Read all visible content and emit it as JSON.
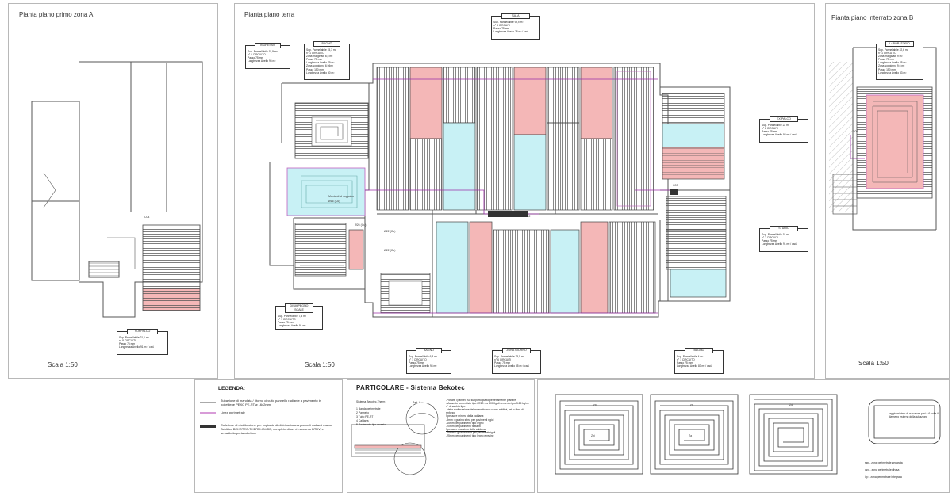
{
  "panels": {
    "left": {
      "title": "Pianta piano primo zona A",
      "scale": "Scala 1:50"
    },
    "center": {
      "title": "Pianta piano terra",
      "scale": "Scala 1:50"
    },
    "right": {
      "title": "Pianta piano interrato zona B",
      "scale": "Scala 1:50"
    }
  },
  "rooms": [
    {
      "id": "soppalco",
      "name": "SOPPALCO",
      "lines": [
        "Sup. Pannellabile 21,1 m²",
        "n° 8 CIRCUITI",
        "Passo 75 mm",
        "Lunghezza Anello 91 m² / cad."
      ]
    },
    {
      "id": "ingresso",
      "name": "INGRESSO",
      "lines": [
        "Sup. Pannellabile 15,9 m²",
        "n° 1 CIRCUITO",
        "Passo 75 mm",
        "Lunghezza Anello 96 m²"
      ]
    },
    {
      "id": "bagno1",
      "name": "BAGNO",
      "lines": [
        "Sup. Pannellabile 15,3 m²",
        "n° 1 CIRCUITO",
        "Zona marginale 6,5 m²",
        "Passo 75 mm",
        "Lunghezza Anello 79 m²",
        "Zona soggiorno 6,94m²",
        "Passo 150 mm",
        "Lunghezza Anello 50 m²"
      ]
    },
    {
      "id": "sala",
      "name": "SALA",
      "lines": [
        "Sup. Pannellabile 9x,x m²",
        "n° 8 CIRCUITI",
        "Passo 75 mm",
        "Lunghezza Anello 78 m² / cad."
      ]
    },
    {
      "id": "exipalco",
      "name": "EX-PALCO",
      "lines": [
        "Sup. Pannellabile 22 m²",
        "n° 2 CIRCUITI",
        "Passo 75 mm",
        "Lunghezza Anello 92 m² / cad."
      ]
    },
    {
      "id": "studio",
      "name": "STUDIO",
      "lines": [
        "Sup. Pannellabile 18 m²",
        "n° 2 CIRCUITI",
        "Passo 75 mm",
        "Lunghezza Anello 91 m² / cad."
      ]
    },
    {
      "id": "disimpegno",
      "name": "DISIMPEGNO SCALE",
      "lines": [
        "Sup. Pannellabile 7,3 m²",
        "n° 1 CIRCUITO",
        "Passo 75 mm",
        "Lunghezza Anello 91 m²"
      ]
    },
    {
      "id": "bagno2",
      "name": "BAGNO",
      "lines": [
        "Sup. Pannellabile 6,3 m²",
        "n° 1 CIRCUITO",
        "Passo 75 mm",
        "Lunghezza Anello 94 m²"
      ]
    },
    {
      "id": "zonagiorno",
      "name": "ZONA GIORNO",
      "lines": [
        "Sup. Pannellabile 75,5 m²",
        "n° 6 CIRCUITI",
        "Passo 75 mm",
        "Lunghezza Anello 85 m² / cad."
      ]
    },
    {
      "id": "bagno3",
      "name": "BAGNO",
      "lines": [
        "Sup. Pannellabile 4 m²",
        "n° 1 CIRCUITO",
        "Passo 75 mm",
        "Lunghezza Anello 83 m² / cad."
      ]
    },
    {
      "id": "laboratorio",
      "name": "LABORATORIO",
      "lines": [
        "Sup. Pannellabile 22,6 m²",
        "n° 1 CIRCUITO",
        "Zona marginale 9 m²",
        "Passo 75 mm",
        "Lunghezza Anello 45 m²",
        "Zona soggiorno 9,6 m²",
        "Passo 150 mm",
        "Lunghezza Anello 83 m²"
      ]
    }
  ],
  "annotations": {
    "montanti": "Montanti al soppalco",
    "montanti_dim": "Ø16 (Cu)",
    "c01": "C01",
    "c02": "C02",
    "c03": "C03",
    "c04": "C04",
    "c05": "C05",
    "pipe1": "Ø22 (Cu)",
    "pipe2": "Ø22 (Cu)",
    "pipe3": "Ø26 (Cu)"
  },
  "legend": {
    "title": "LEGENDA:",
    "items": [
      "Tubazione di mandata / ritorno circuito pannello radiante a pavimento in polietilene PEXC PE-RT  ø 16x2mm",
      "Linea perimetrale",
      "Collettore di distribuzione per impianto di distribuzione a pannelli radianti marca Schlüter BEKOTEC-THERM-HV/DE, completo di set di raccordo BTHV, e armadietto portacollettore"
    ]
  },
  "particolare": {
    "title": "PARTICOLARE - Sistema Bekotec",
    "system": "Sistema Bekotec-Therm",
    "layers": [
      "1 Banda perimetrale",
      "2 Pannello",
      "3 Tubo PE-RT",
      "4 Caldana",
      "5 Pavimento tipo mosaic"
    ],
    "part_a": "Part. A",
    "notes": [
      "-Posare i pannelli su supporto piatto perfettamente planare.",
      "-Massetto cementizio tipo ZE20 = ≥ 300Kg di cemento tipo 3.25 kg/m² nº di sabbia tipo.",
      "-Nella realizzazione del massetto non usare additivi, reti o fibre di rinforzo.",
      "Spessore minimo della caldana:",
      "-8mm = guaina sibra per pavimenti rigidi",
      "-15mm per pavimenti tipo legno",
      "-20mm per pavimenti flottanti",
      "Spessore massimo della caldana:",
      "-25mm = guaina sibra per pavimenti rigidi",
      "-25mm per pavimenti tipo legno e resine"
    ]
  },
  "schemes": {
    "zp": "zp",
    "zdi": "Zdi",
    "zpi": "Zpi",
    "za": "Za",
    "note": "raggio minimo di curvatura pari a 6 volte il diametro esterno della tubazione",
    "legend": [
      "szp - zona perimetrale separata",
      "dzp - zona perimetrale divisa",
      "izp - zona perimetrale integrata"
    ]
  }
}
